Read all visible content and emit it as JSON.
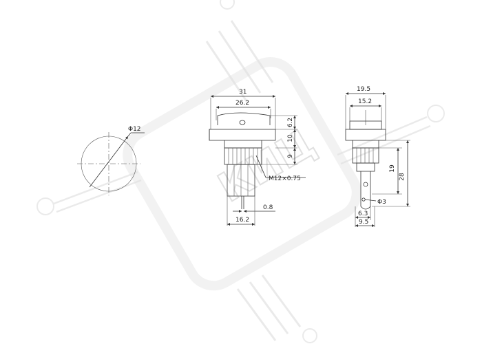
{
  "watermark": {
    "text": "КИЦ",
    "color": "#e0e0e0"
  },
  "front_view": {
    "dims": {
      "overall_width": "31",
      "inner_width": "26.2",
      "h_top": "6.2",
      "h_mid": "10",
      "h_thread": "9",
      "thread": "M12×0.75",
      "pin_width": "0.8",
      "base_width": "16.2"
    }
  },
  "side_view": {
    "dims": {
      "overall_width": "19.5",
      "inner_width": "15.2",
      "h_19": "19",
      "h_28": "28",
      "hole": "Φ3",
      "w_63": "6.3",
      "w_95": "9.5"
    }
  },
  "panel_hole": {
    "diameter": "Φ12"
  }
}
